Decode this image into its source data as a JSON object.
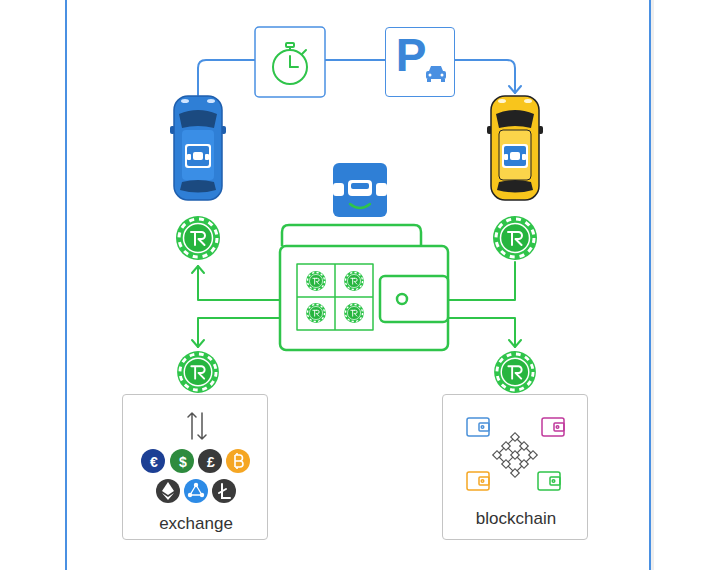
{
  "diagram": {
    "nodes": [
      {
        "text": [
          "P"
        ]
      },
      {
        "text": [
          "€",
          "$",
          "£",
          "exchange"
        ]
      },
      {
        "text": [
          "blockchain"
        ]
      }
    ]
  }
}
